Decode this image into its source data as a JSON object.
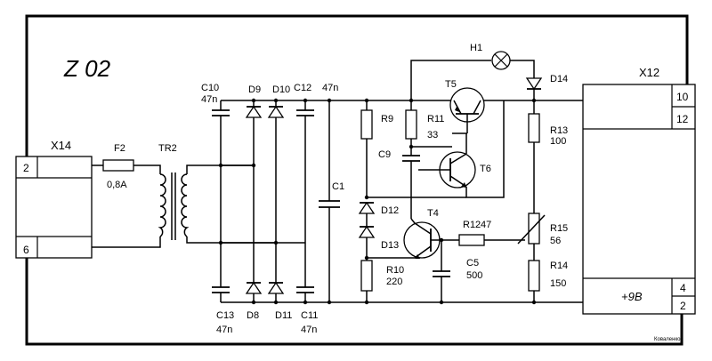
{
  "title": "Z 02",
  "author": "Коваленко",
  "connectors": {
    "left": {
      "name": "X14",
      "pin_top": "2",
      "pin_bottom": "6"
    },
    "right": {
      "name": "X12",
      "pin_1": "10",
      "pin_2": "12",
      "pin_3": "4",
      "pin_4": "2",
      "output": "+9B"
    }
  },
  "labels": {
    "F2": "F2",
    "F2_value": "0,8A",
    "TR2": "TR2",
    "C10": "C10",
    "C10_value": "47n",
    "D9": "D9",
    "D10": "D10",
    "C12": "C12",
    "C12_value": "47n",
    "C13": "C13",
    "C13_value": "47n",
    "D8": "D8",
    "D11": "D11",
    "C11": "C11",
    "C11_value": "47n",
    "C1": "C1",
    "R9": "R9",
    "R11": "R11",
    "R11_value": "33",
    "C9": "C9",
    "H1": "H1",
    "T5": "T5",
    "T6": "T6",
    "T4": "T4",
    "D14": "D14",
    "R13": "R13",
    "R13_value": "100",
    "D12": "D12",
    "D13": "D13",
    "R12": "R12",
    "R12_value": "47",
    "R15": "R15",
    "R15_value": "56",
    "R10": "R10",
    "R10_value": "220",
    "C5": "C5",
    "C5_value": "500",
    "R14": "R14",
    "R14_value": "150"
  }
}
